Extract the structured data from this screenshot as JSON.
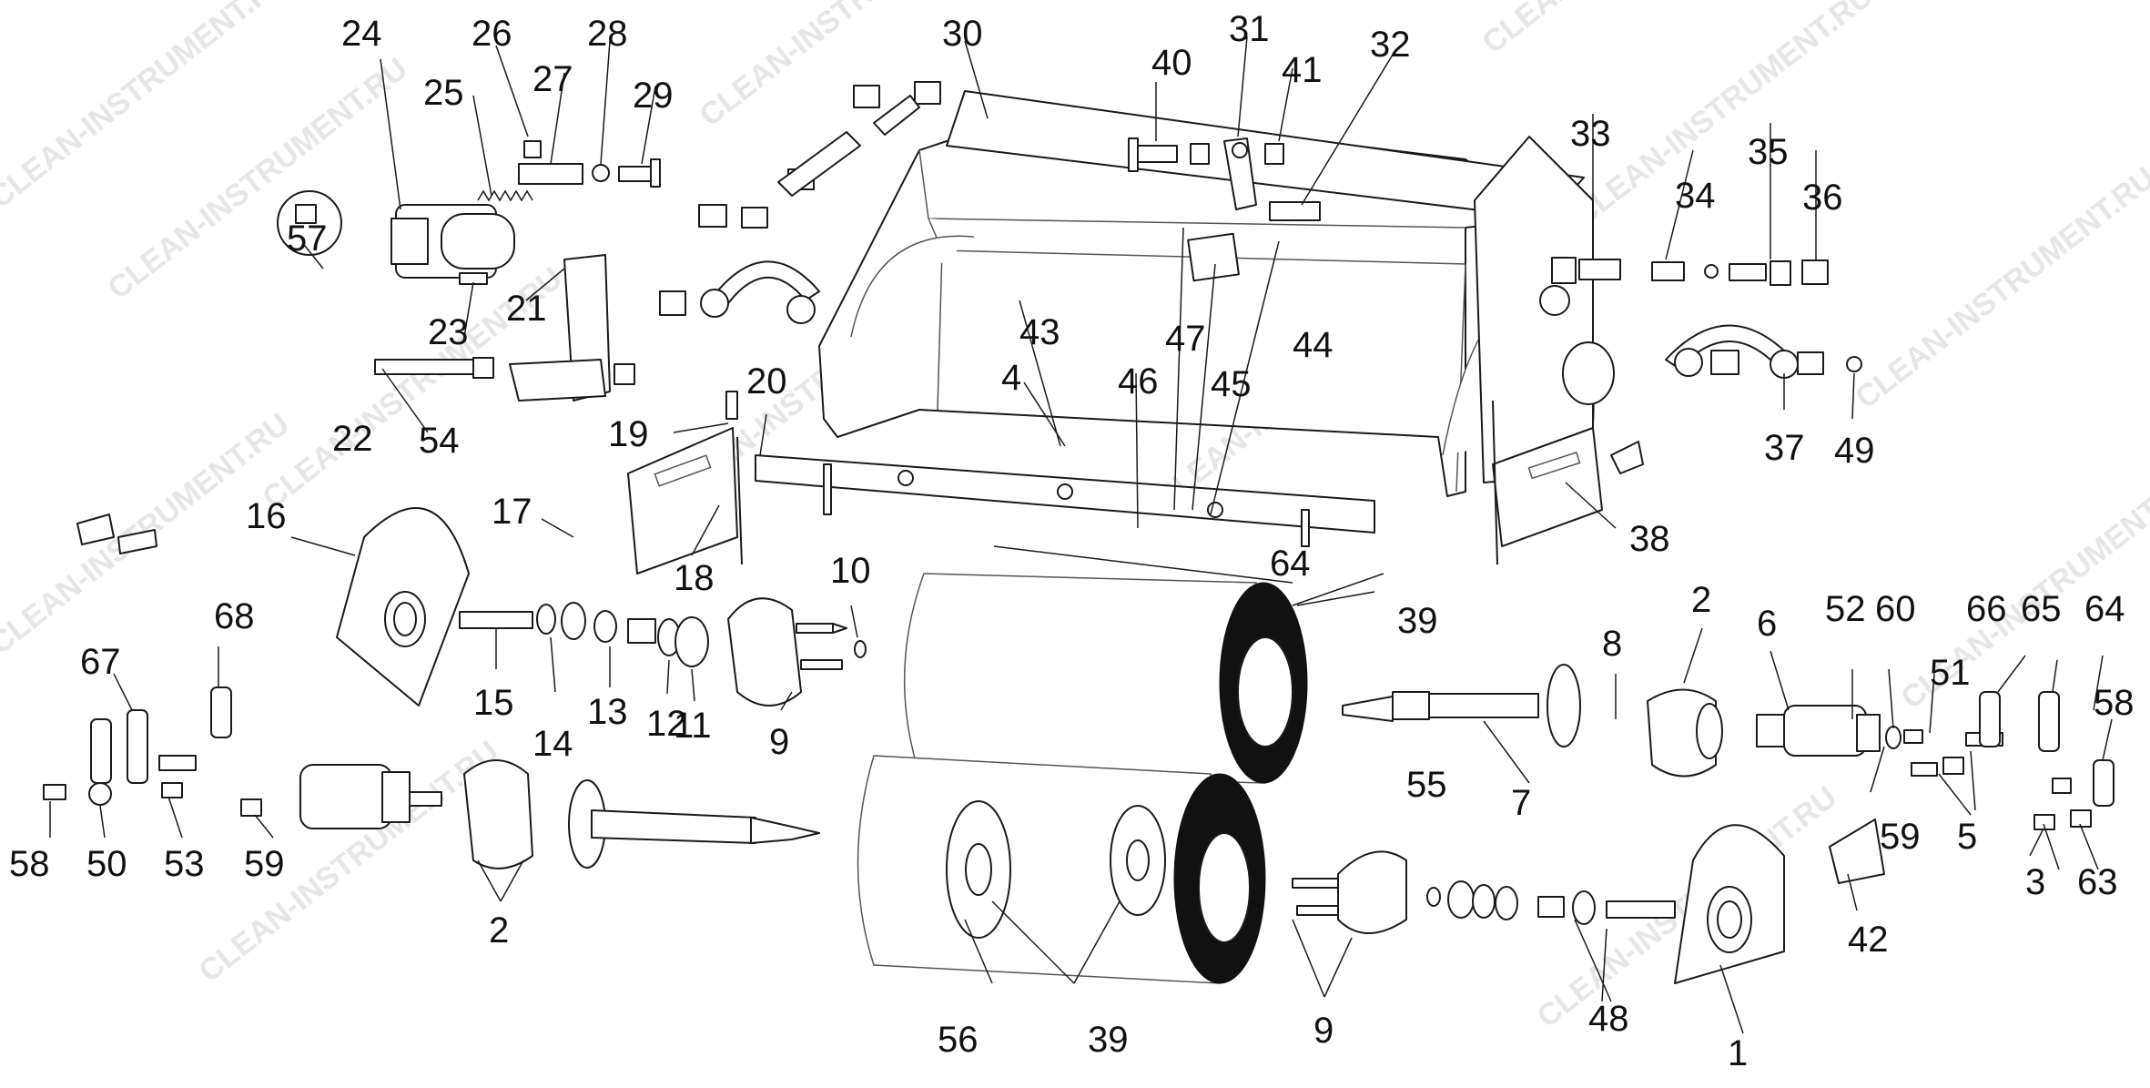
{
  "watermark": "CLEAN-INSTRUMENT.RU",
  "callouts": {
    "c1": "1",
    "c2a": "2",
    "c2b": "2",
    "c3": "3",
    "c4": "4",
    "c5": "5",
    "c6": "6",
    "c7": "7",
    "c8": "8",
    "c9a": "9",
    "c9b": "9",
    "c10": "10",
    "c11": "11",
    "c12": "12",
    "c13": "13",
    "c14": "14",
    "c15": "15",
    "c16": "16",
    "c17": "17",
    "c18": "18",
    "c19": "19",
    "c20": "20",
    "c21": "21",
    "c22": "22",
    "c23": "23",
    "c24": "24",
    "c25": "25",
    "c26": "26",
    "c27": "27",
    "c28": "28",
    "c29": "29",
    "c30": "30",
    "c31": "31",
    "c32": "32",
    "c33": "33",
    "c34": "34",
    "c35": "35",
    "c36": "36",
    "c37": "37",
    "c38": "38",
    "c39a": "39",
    "c39b": "39",
    "c40": "40",
    "c41": "41",
    "c42": "42",
    "c43": "43",
    "c44": "44",
    "c45": "45",
    "c46": "46",
    "c47": "47",
    "c48": "48",
    "c49": "49",
    "c50": "50",
    "c51": "51",
    "c52": "52",
    "c53": "53",
    "c54": "54",
    "c55": "55",
    "c56": "56",
    "c57": "57",
    "c58a": "58",
    "c58b": "58",
    "c59a": "59",
    "c59b": "59",
    "c60": "60",
    "c63": "63",
    "c64a": "64",
    "c64b": "64",
    "c65": "65",
    "c66": "66",
    "c67": "67",
    "c68": "68"
  }
}
